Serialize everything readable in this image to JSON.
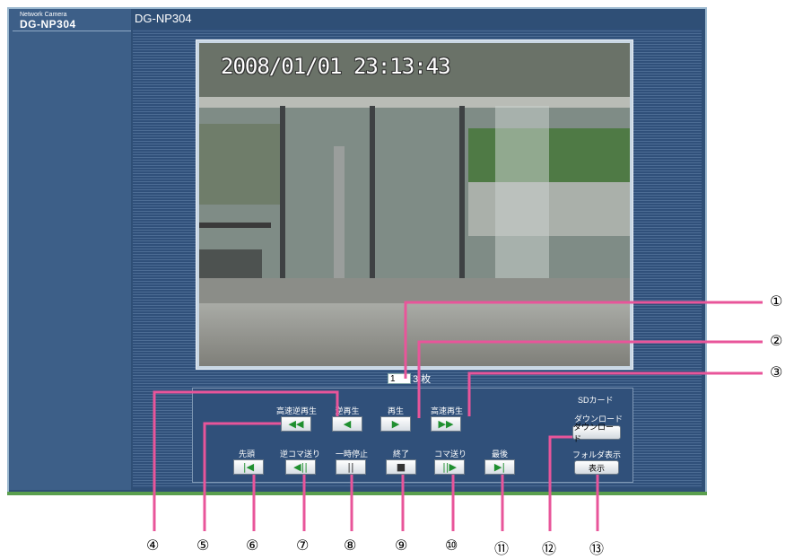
{
  "brand": {
    "top": "Network Camera",
    "model": "DG-NP304"
  },
  "header": {
    "title": "DG-NP304"
  },
  "image": {
    "timestamp": "2008/01/01 23:13:43"
  },
  "counter": {
    "value": "1",
    "total": "3 枚"
  },
  "playback": {
    "fast_reverse": "高速逆再生",
    "reverse": "逆再生",
    "play": "再生",
    "fast_play": "高速再生",
    "first": "先頭",
    "step_back": "逆コマ送り",
    "pause": "一時停止",
    "stop": "終了",
    "step_forward": "コマ送り",
    "last": "最後"
  },
  "sd": {
    "title": "SDカード",
    "download_label": "ダウンロード",
    "download_button": "ダウンロード",
    "folder_label": "フォルダ表示",
    "folder_button": "表示"
  },
  "callouts": [
    "①",
    "②",
    "③",
    "④",
    "⑤",
    "⑥",
    "⑦",
    "⑧",
    "⑨",
    "⑩",
    "⑪",
    "⑫",
    "⑬"
  ],
  "colors": {
    "callout_line": "#e8559a",
    "accent_green": "#1f8f2f",
    "panel_bg": "#30507a"
  }
}
